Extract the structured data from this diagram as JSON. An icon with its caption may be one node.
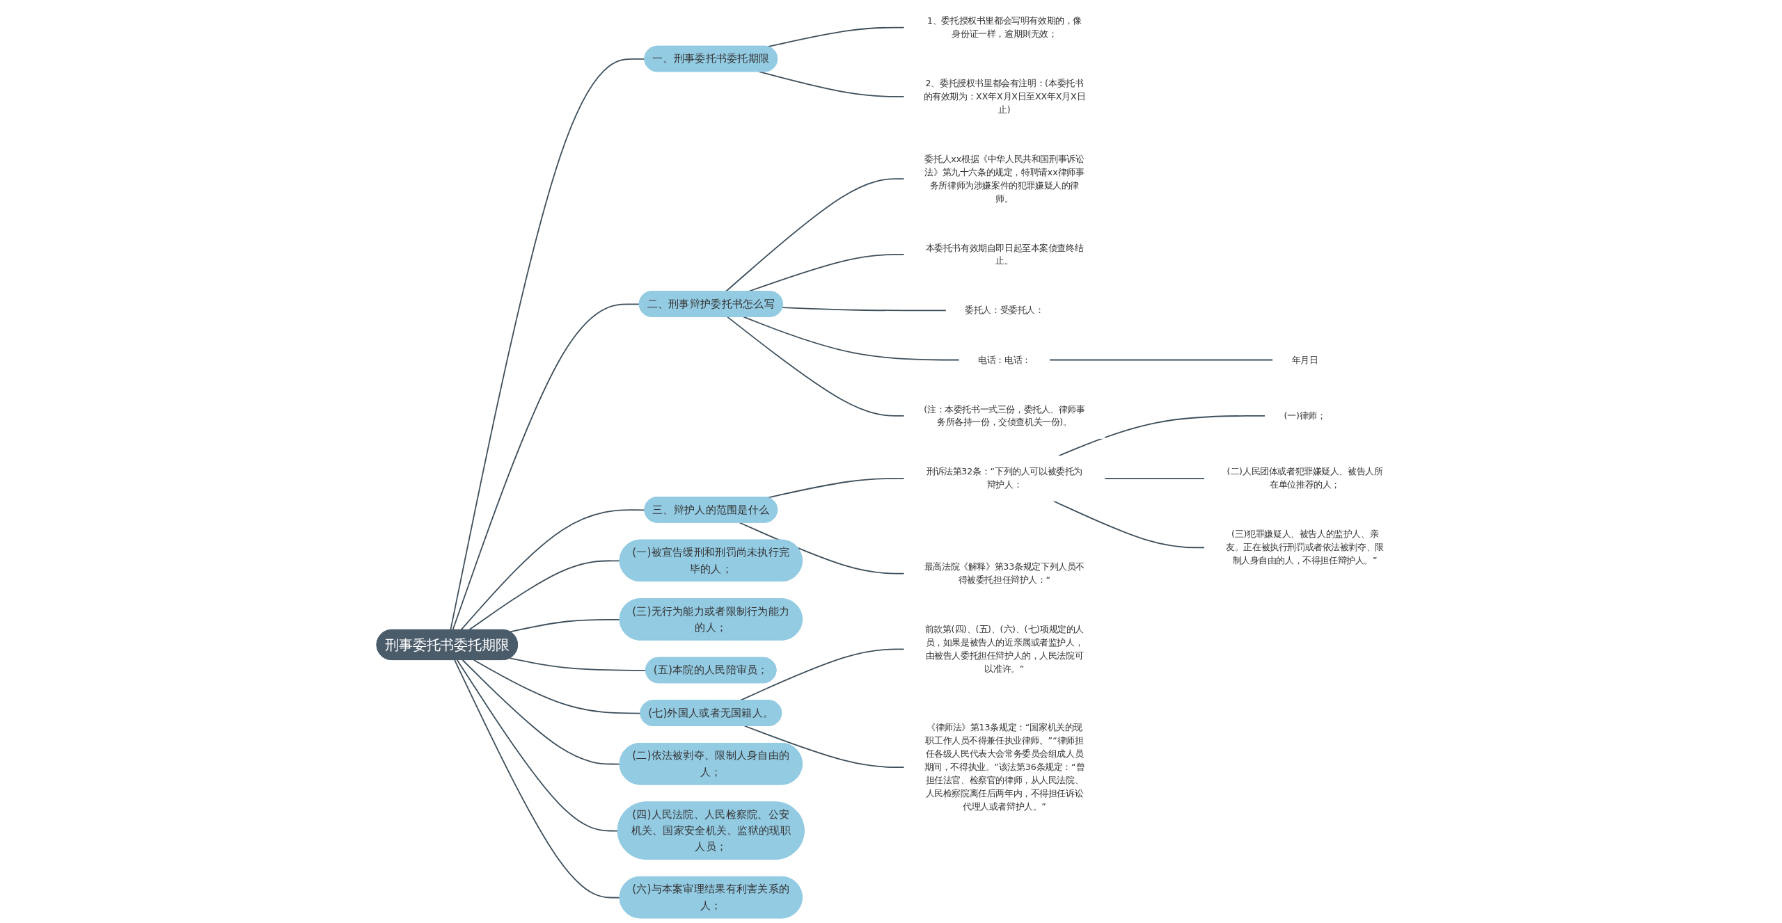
{
  "diagram": {
    "nodes": [
      {
        "text": [
          "刑事委托书委托期限"
        ]
      },
      {
        "text": [
          "一、刑事委托书委托期限"
        ]
      },
      {
        "text": [
          "1、委托授权书里都会写明有效期的，像身份证一样，逾期则无效；"
        ]
      },
      {
        "text": [
          "2、委托授权书里都会有注明：(本委托书的有效期为：XX年X月X日至XX年X月X日止)"
        ]
      },
      {
        "text": [
          "二、刑事辩护委托书怎么写"
        ]
      },
      {
        "text": [
          "委托人xx根据《中华人民共和国刑事诉讼法》第九十六条的规定，特聘请xx律师事务所律师为涉嫌案件的犯罪嫌疑人的律师。"
        ]
      },
      {
        "text": [
          "本委托书有效期自即日起至本案侦查终结止。"
        ]
      },
      {
        "text": [
          "委托人：受委托人："
        ]
      },
      {
        "text": [
          "电话：电话："
        ]
      },
      {
        "text": [
          "年月日"
        ]
      },
      {
        "text": [
          "(注：本委托书一式三份，委托人、律师事务所各持一份，交侦查机关一份)。"
        ]
      },
      {
        "text": [
          "三、辩护人的范围是什么"
        ]
      },
      {
        "text": [
          "刑诉法第32条：“下列的人可以被委托为辩护人："
        ]
      },
      {
        "text": [
          "(一)律师；"
        ]
      },
      {
        "text": [
          "(二)人民团体或者犯罪嫌疑人、被告人所在单位推荐的人；"
        ]
      },
      {
        "text": [
          "(三)犯罪嫌疑人、被告人的监护人、亲友。正在被执行刑罚或者依法被剥夺、限制人身自由的人，不得担任辩护人。”"
        ]
      },
      {
        "text": [
          "最高法院《解释》第33条规定下列人员不得被委托担任辩护人：“"
        ]
      },
      {
        "text": [
          "(一)被宣告缓刑和刑罚尚未执行完毕的人；"
        ]
      },
      {
        "text": [
          "(三)无行为能力或者限制行为能力的人；"
        ]
      },
      {
        "text": [
          "(五)本院的人民陪审员；"
        ]
      },
      {
        "text": [
          "(七)外国人或者无国籍人。"
        ]
      },
      {
        "text": [
          "前款第(四)、(五)、(六)、(七)项规定的人员，如果是被告人的近亲属或者监护人，由被告人委托担任辩护人的，人民法院可以准许。”"
        ]
      },
      {
        "text": [
          "《律师法》第13条规定：“国家机关的现职工作人员不得兼任执业律师。”“律师担任各级人民代表大会常务委员会组成人员期间，不得执业。”该法第36条规定：“曾担任法官、检察官的律师，从人民法院、人民检察院离任后两年内，不得担任诉讼代理人或者辩护人。”"
        ]
      },
      {
        "text": [
          "(二)依法被剥夺、限制人身自由的人；"
        ]
      },
      {
        "text": [
          "(四)人民法院、人民检察院、公安机关、国家安全机关、监狱的现职人员；"
        ]
      },
      {
        "text": [
          "(六)与本案审理结果有利害关系的人；"
        ]
      }
    ],
    "edges": [
      {
        "from": 0,
        "to": 1,
        "arrow": "none"
      },
      {
        "from": 1,
        "to": 2,
        "arrow": "none"
      },
      {
        "from": 1,
        "to": 3,
        "arrow": "none"
      },
      {
        "from": 0,
        "to": 4,
        "arrow": "none"
      },
      {
        "from": 4,
        "to": 5,
        "arrow": "none"
      },
      {
        "from": 4,
        "to": 6,
        "arrow": "none"
      },
      {
        "from": 4,
        "to": 7,
        "arrow": "none"
      },
      {
        "from": 4,
        "to": 8,
        "arrow": "none"
      },
      {
        "from": 8,
        "to": 9,
        "arrow": "none"
      },
      {
        "from": 4,
        "to": 10,
        "arrow": "none"
      },
      {
        "from": 0,
        "to": 11,
        "arrow": "none"
      },
      {
        "from": 11,
        "to": 12,
        "arrow": "none"
      },
      {
        "from": 12,
        "to": 13,
        "arrow": "none"
      },
      {
        "from": 12,
        "to": 14,
        "arrow": "none"
      },
      {
        "from": 12,
        "to": 15,
        "arrow": "none"
      },
      {
        "from": 11,
        "to": 16,
        "arrow": "none"
      },
      {
        "from": 0,
        "to": 17,
        "arrow": "none"
      },
      {
        "from": 0,
        "to": 18,
        "arrow": "none"
      },
      {
        "from": 0,
        "to": 19,
        "arrow": "none"
      },
      {
        "from": 0,
        "to": 20,
        "arrow": "none"
      },
      {
        "from": 20,
        "to": 21,
        "arrow": "none"
      },
      {
        "from": 20,
        "to": 22,
        "arrow": "none"
      },
      {
        "from": 0,
        "to": 23,
        "arrow": "none"
      },
      {
        "from": 0,
        "to": 24,
        "arrow": "none"
      },
      {
        "from": 0,
        "to": 25,
        "arrow": "none"
      }
    ]
  }
}
